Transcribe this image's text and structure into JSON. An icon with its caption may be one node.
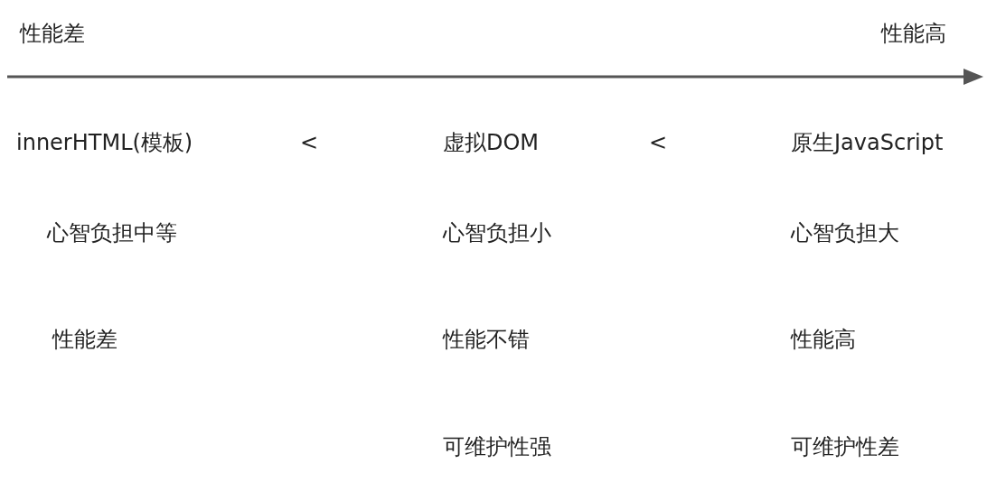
{
  "diagram": {
    "labels": [
      "性能差",
      "性能高",
      "innerHTML(模板)",
      "<",
      "虚拟DOM",
      "<",
      "原生JavaScript",
      "心智负担中等",
      "心智负担小",
      "心智负担大",
      "性能差",
      "性能不错",
      "性能高",
      "可维护性强",
      "可维护性差"
    ]
  }
}
